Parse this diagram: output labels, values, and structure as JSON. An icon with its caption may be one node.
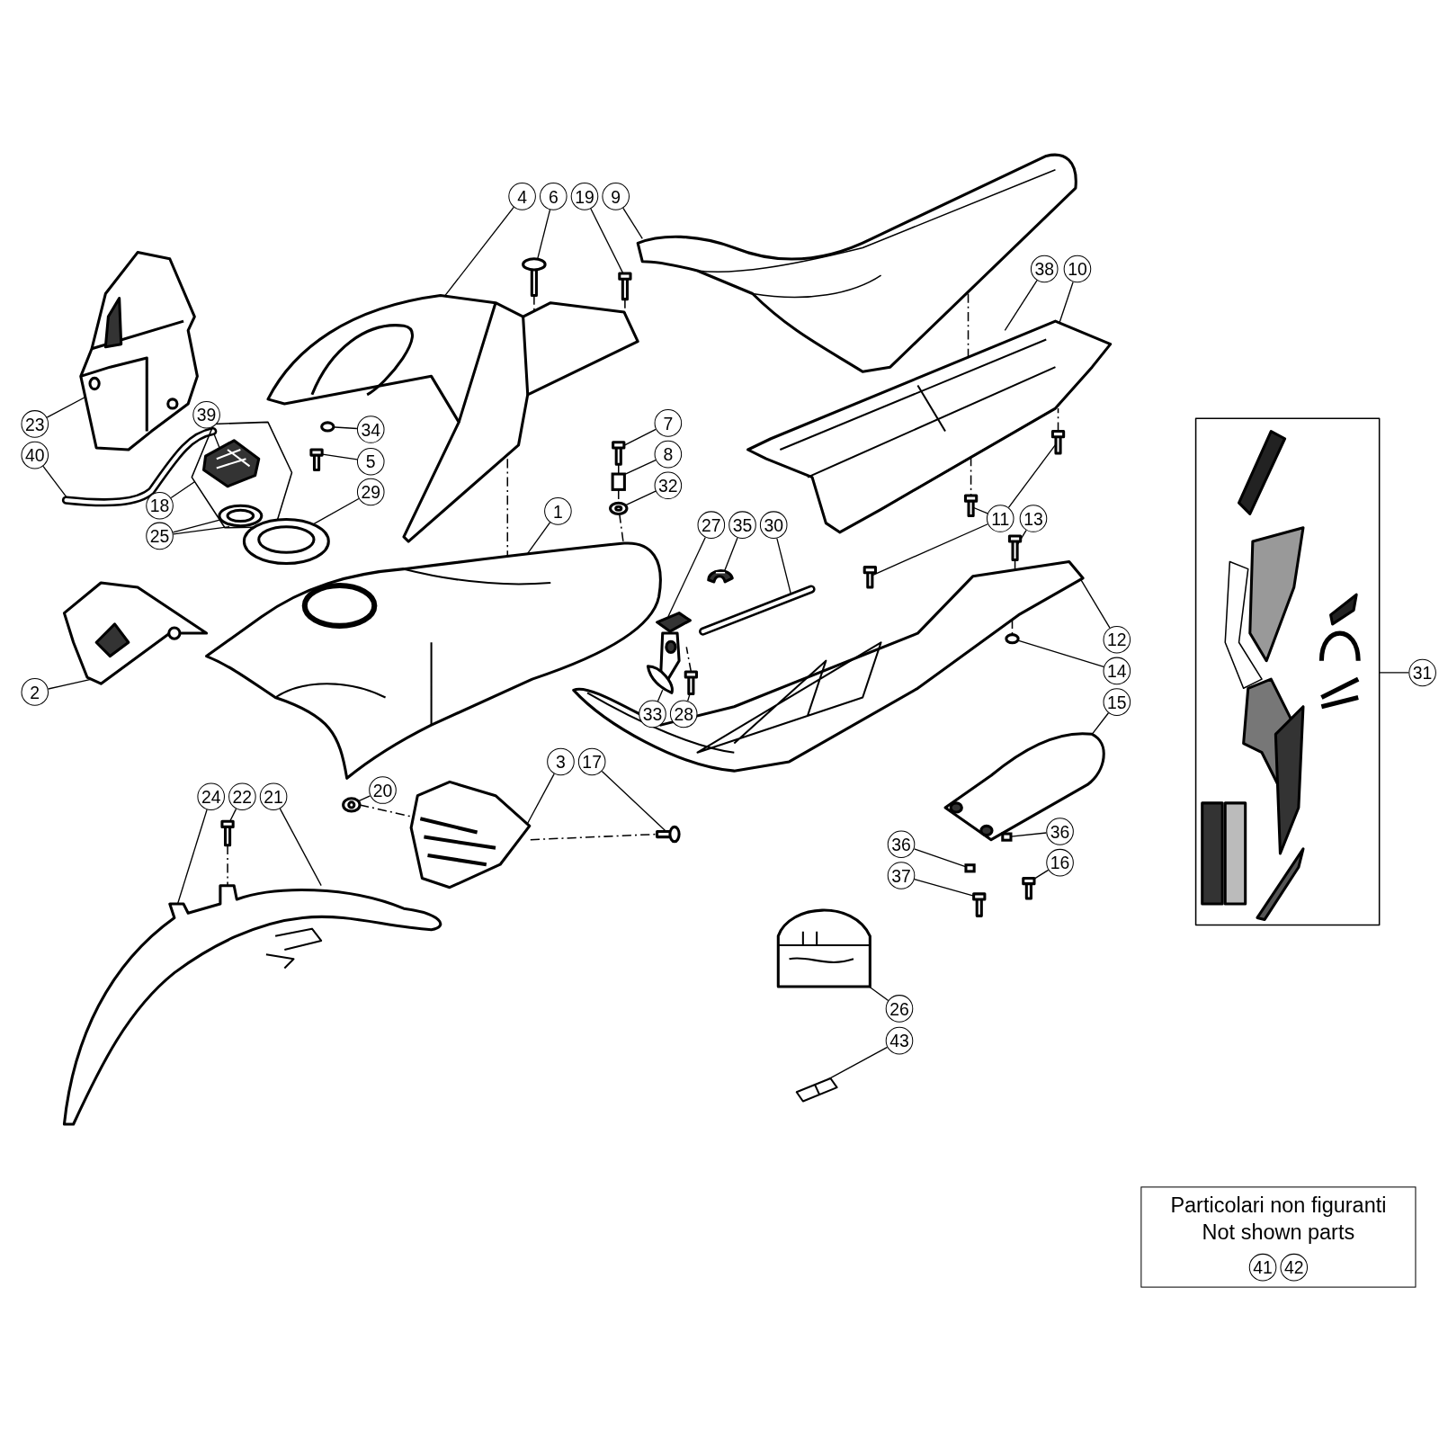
{
  "diagram": {
    "nodes": [
      {
        "text": [
          "4"
        ]
      },
      {
        "text": [
          "6"
        ]
      },
      {
        "text": [
          "19"
        ]
      },
      {
        "text": [
          "9"
        ]
      },
      {
        "text": [
          "38"
        ]
      },
      {
        "text": [
          "10"
        ]
      },
      {
        "text": [
          "23"
        ]
      },
      {
        "text": [
          "39"
        ]
      },
      {
        "text": [
          "34"
        ]
      },
      {
        "text": [
          "7"
        ]
      },
      {
        "text": [
          "40"
        ]
      },
      {
        "text": [
          "5"
        ]
      },
      {
        "text": [
          "8"
        ]
      },
      {
        "text": [
          "32"
        ]
      },
      {
        "text": [
          "29"
        ]
      },
      {
        "text": [
          "18"
        ]
      },
      {
        "text": [
          "1"
        ]
      },
      {
        "text": [
          "11"
        ]
      },
      {
        "text": [
          "13"
        ]
      },
      {
        "text": [
          "27"
        ]
      },
      {
        "text": [
          "35"
        ]
      },
      {
        "text": [
          "30"
        ]
      },
      {
        "text": [
          "25"
        ]
      },
      {
        "text": [
          "12"
        ]
      },
      {
        "text": [
          "14"
        ]
      },
      {
        "text": [
          "31"
        ]
      },
      {
        "text": [
          "2"
        ]
      },
      {
        "text": [
          "15"
        ]
      },
      {
        "text": [
          "33"
        ]
      },
      {
        "text": [
          "28"
        ]
      },
      {
        "text": [
          "3"
        ]
      },
      {
        "text": [
          "17"
        ]
      },
      {
        "text": [
          "20"
        ]
      },
      {
        "text": [
          "24"
        ]
      },
      {
        "text": [
          "22"
        ]
      },
      {
        "text": [
          "21"
        ]
      },
      {
        "text": [
          "36"
        ]
      },
      {
        "text": [
          "36"
        ]
      },
      {
        "text": [
          "16"
        ]
      },
      {
        "text": [
          "37"
        ]
      },
      {
        "text": [
          "26"
        ]
      },
      {
        "text": [
          "43"
        ]
      },
      {
        "text": [],
        "shape": "picture"
      },
      {
        "text": [],
        "shape": "picture"
      },
      {
        "text": [],
        "shape": "picture"
      },
      {
        "text": [],
        "shape": "picture",
        "in": 44
      },
      {
        "text": [],
        "shape": "picture",
        "in": 44
      },
      {
        "text": [],
        "shape": "picture"
      },
      {
        "text": [],
        "shape": "picture"
      },
      {
        "text": [],
        "shape": "picture"
      },
      {
        "text": [],
        "shape": "picture"
      },
      {
        "text": [],
        "shape": "circle"
      },
      {
        "text": [],
        "shape": "picture"
      },
      {
        "text": [],
        "shape": "picture"
      },
      {
        "text": [],
        "shape": "picture"
      },
      {
        "text": [],
        "shape": "picture"
      },
      {
        "text": [],
        "shape": "box"
      },
      {
        "text": [],
        "shape": "picture"
      },
      {
        "text": [],
        "shape": "picture"
      },
      {
        "text": [],
        "shape": "picture"
      },
      {
        "text": [],
        "shape": "picture"
      },
      {
        "text": [],
        "shape": "picture"
      },
      {
        "text": [],
        "shape": "picture"
      },
      {
        "text": [],
        "shape": "picture"
      },
      {
        "text": [],
        "shape": "picture"
      },
      {
        "text": [],
        "shape": "picture"
      },
      {
        "text": [],
        "shape": "picture"
      },
      {
        "text": [],
        "shape": "picture"
      },
      {
        "text": [],
        "shape": "circle"
      },
      {
        "text": [],
        "shape": "picture"
      },
      {
        "text": [],
        "shape": "picture"
      },
      {
        "text": [],
        "shape": "picture"
      },
      {
        "text": [],
        "shape": "picture"
      },
      {
        "text": [],
        "shape": "picture"
      },
      {
        "text": [],
        "shape": "picture"
      },
      {
        "text": [],
        "shape": "picture"
      },
      {
        "text": [],
        "shape": "picture"
      },
      {
        "text": [],
        "shape": "picture"
      },
      {
        "text": [],
        "shape": "box"
      },
      {
        "text": [],
        "shape": "box"
      },
      {
        "text": [],
        "shape": "picture"
      },
      {
        "text": [],
        "shape": "picture"
      },
      {
        "text": [],
        "shape": "picture"
      },
      {
        "text": [],
        "shape": "picture"
      },
      {
        "text": [
          "Particolari non figuranti",
          "Not shown parts"
        ]
      },
      {
        "text": [
          "41"
        ],
        "in": 84
      },
      {
        "text": [
          "42"
        ],
        "in": 84
      }
    ],
    "edges": [
      {
        "from": 0,
        "to": 48,
        "arrow": "none"
      },
      {
        "from": 1,
        "to": 49,
        "arrow": "none"
      },
      {
        "from": 2,
        "to": 50,
        "arrow": "none"
      },
      {
        "from": 3,
        "to": 53,
        "arrow": "none"
      },
      {
        "from": 4,
        "to": 54,
        "arrow": "none"
      },
      {
        "from": 5,
        "to": 54,
        "arrow": "none"
      },
      {
        "from": 6,
        "to": 42,
        "arrow": "none"
      },
      {
        "from": 7,
        "to": 45,
        "arrow": "none"
      },
      {
        "from": 8,
        "to": 51,
        "arrow": "none"
      },
      {
        "from": 9,
        "to": 55,
        "arrow": "none"
      },
      {
        "from": 10,
        "to": 43,
        "arrow": "none"
      },
      {
        "from": 11,
        "to": 52,
        "arrow": "none"
      },
      {
        "from": 12,
        "to": 56,
        "arrow": "none"
      },
      {
        "from": 13,
        "to": 57,
        "arrow": "none"
      },
      {
        "from": 14,
        "to": 47,
        "arrow": "none"
      },
      {
        "from": 15,
        "to": 44,
        "arrow": "none"
      },
      {
        "from": 16,
        "to": 58,
        "arrow": "none"
      },
      {
        "from": 17,
        "to": 60,
        "arrow": "none"
      },
      {
        "from": 17,
        "to": 61,
        "arrow": "none"
      },
      {
        "from": 17,
        "to": 66,
        "arrow": "none"
      },
      {
        "from": 18,
        "to": 62,
        "arrow": "none"
      },
      {
        "from": 19,
        "to": 65,
        "arrow": "none"
      },
      {
        "from": 20,
        "to": 63,
        "arrow": "none"
      },
      {
        "from": 21,
        "to": 64,
        "arrow": "none"
      },
      {
        "from": 22,
        "to": 44,
        "arrow": "none"
      },
      {
        "from": 22,
        "to": 46,
        "arrow": "none"
      },
      {
        "from": 23,
        "to": 67,
        "arrow": "none"
      },
      {
        "from": 24,
        "to": 68,
        "arrow": "none"
      },
      {
        "from": 25,
        "to": 71,
        "arrow": "none"
      },
      {
        "from": 26,
        "to": 59,
        "arrow": "none"
      },
      {
        "from": 27,
        "to": 75,
        "arrow": "none"
      },
      {
        "from": 28,
        "to": 69,
        "arrow": "none"
      },
      {
        "from": 29,
        "to": 70,
        "arrow": "none"
      },
      {
        "from": 30,
        "to": 72,
        "arrow": "none"
      },
      {
        "from": 31,
        "to": 74,
        "arrow": "none"
      },
      {
        "from": 32,
        "to": 73,
        "arrow": "none"
      },
      {
        "from": 33,
        "to": 77,
        "arrow": "none"
      },
      {
        "from": 34,
        "to": 76,
        "arrow": "none"
      },
      {
        "from": 35,
        "to": 77,
        "arrow": "none"
      },
      {
        "from": 36,
        "to": 78,
        "arrow": "none"
      },
      {
        "from": 37,
        "to": 79,
        "arrow": "none"
      },
      {
        "from": 38,
        "to": 80,
        "arrow": "none"
      },
      {
        "from": 39,
        "to": 81,
        "arrow": "none"
      },
      {
        "from": 40,
        "to": 82,
        "arrow": "none"
      },
      {
        "from": 41,
        "to": 83,
        "arrow": "none"
      },
      {
        "from": 48,
        "to": 58,
        "arrow": "none",
        "style": "dashed"
      },
      {
        "from": 49,
        "to": 48,
        "arrow": "none",
        "style": "dashed"
      },
      {
        "from": 50,
        "to": 48,
        "arrow": "none",
        "style": "dashed"
      },
      {
        "from": 55,
        "to": 56,
        "arrow": "none",
        "style": "dashed"
      },
      {
        "from": 56,
        "to": 57,
        "arrow": "none",
        "style": "dashed"
      },
      {
        "from": 57,
        "to": 58,
        "arrow": "none",
        "style": "dashed"
      },
      {
        "from": 53,
        "to": 54,
        "arrow": "none",
        "style": "dashed"
      },
      {
        "from": 60,
        "to": 54,
        "arrow": "none",
        "style": "dashed"
      },
      {
        "from": 62,
        "to": 67,
        "arrow": "none",
        "style": "dashed"
      },
      {
        "from": 70,
        "to": 65,
        "arrow": "none",
        "style": "dashed"
      },
      {
        "from": 73,
        "to": 72,
        "arrow": "none",
        "style": "dashed"
      },
      {
        "from": 72,
        "to": 74,
        "arrow": "none",
        "style": "dashed"
      },
      {
        "from": 76,
        "to": 77,
        "arrow": "none",
        "style": "dashed"
      },
      {
        "from": 54,
        "to": 61,
        "arrow": "none",
        "style": "dashed"
      },
      {
        "from": 67,
        "to": 68,
        "arrow": "none",
        "style": "dashed"
      }
    ]
  }
}
